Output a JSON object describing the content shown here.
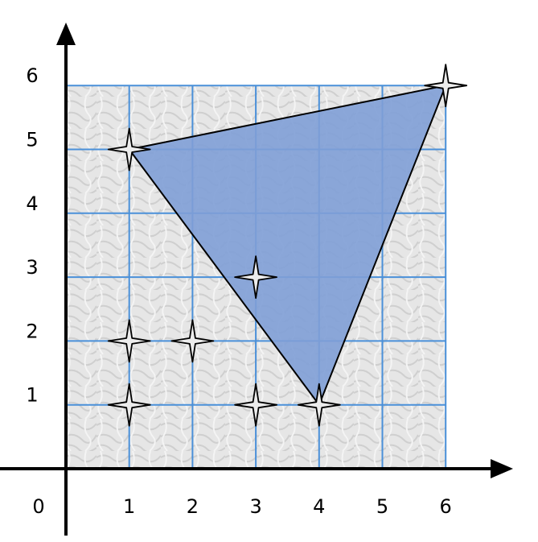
{
  "chart_data": {
    "type": "scatter",
    "title": "",
    "xlabel": "",
    "ylabel": "",
    "xlim": [
      0,
      6
    ],
    "ylim": [
      0,
      6
    ],
    "grid": true,
    "origin_label": "0",
    "x_ticks": [
      "1",
      "2",
      "3",
      "4",
      "5",
      "6"
    ],
    "y_ticks": [
      "1",
      "2",
      "3",
      "4",
      "5",
      "6"
    ],
    "points": [
      {
        "x": 1,
        "y": 5
      },
      {
        "x": 6,
        "y": 6
      },
      {
        "x": 3,
        "y": 3
      },
      {
        "x": 1,
        "y": 2
      },
      {
        "x": 2,
        "y": 2
      },
      {
        "x": 1,
        "y": 1
      },
      {
        "x": 3,
        "y": 1
      },
      {
        "x": 4,
        "y": 1
      }
    ],
    "triangle": [
      {
        "x": 1,
        "y": 5
      },
      {
        "x": 6,
        "y": 6
      },
      {
        "x": 4,
        "y": 1
      }
    ]
  },
  "colors": {
    "grid": "#4a90d9",
    "triangle_fill": "#7f9fd6",
    "triangle_stroke": "#000000",
    "star_fill": "#ececec",
    "star_stroke": "#000000",
    "axis": "#000000",
    "background_tile": "#e4e4e4"
  }
}
